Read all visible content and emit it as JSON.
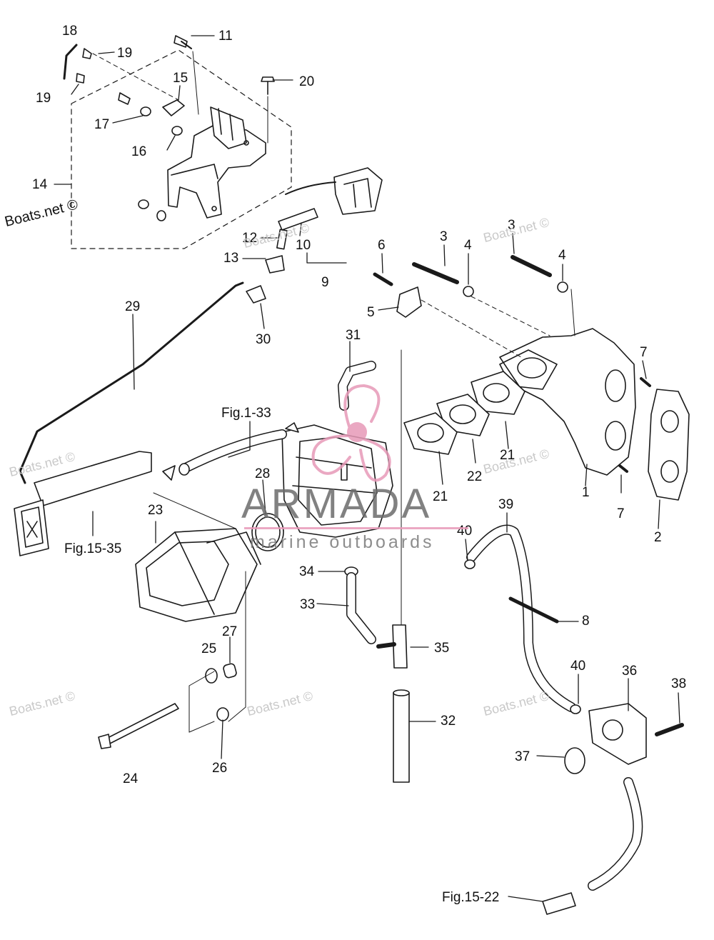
{
  "callouts": [
    {
      "id": "c18",
      "text": "18"
    },
    {
      "id": "c19a",
      "text": "19"
    },
    {
      "id": "c19b",
      "text": "19"
    },
    {
      "id": "c11",
      "text": "11"
    },
    {
      "id": "c20",
      "text": "20"
    },
    {
      "id": "c15",
      "text": "15"
    },
    {
      "id": "c17",
      "text": "17"
    },
    {
      "id": "c16",
      "text": "16"
    },
    {
      "id": "c14",
      "text": "14"
    },
    {
      "id": "c12",
      "text": "12"
    },
    {
      "id": "c10",
      "text": "10"
    },
    {
      "id": "c13",
      "text": "13"
    },
    {
      "id": "c9",
      "text": "9"
    },
    {
      "id": "c6",
      "text": "6"
    },
    {
      "id": "c3a",
      "text": "3"
    },
    {
      "id": "c4a",
      "text": "4"
    },
    {
      "id": "c3b",
      "text": "3"
    },
    {
      "id": "c4b",
      "text": "4"
    },
    {
      "id": "c5",
      "text": "5"
    },
    {
      "id": "c29",
      "text": "29"
    },
    {
      "id": "c30",
      "text": "30"
    },
    {
      "id": "c31",
      "text": "31"
    },
    {
      "id": "c7a",
      "text": "7"
    },
    {
      "id": "cfig133",
      "text": "Fig.1-33"
    },
    {
      "id": "c28",
      "text": "28"
    },
    {
      "id": "c21a",
      "text": "21"
    },
    {
      "id": "c22",
      "text": "22"
    },
    {
      "id": "c21b",
      "text": "21"
    },
    {
      "id": "c1",
      "text": "1"
    },
    {
      "id": "c7b",
      "text": "7"
    },
    {
      "id": "c2",
      "text": "2"
    },
    {
      "id": "c23",
      "text": "23"
    },
    {
      "id": "cfig1535",
      "text": "Fig.15-35"
    },
    {
      "id": "c39",
      "text": "39"
    },
    {
      "id": "c40a",
      "text": "40"
    },
    {
      "id": "c34",
      "text": "34"
    },
    {
      "id": "c33",
      "text": "33"
    },
    {
      "id": "c8",
      "text": "8"
    },
    {
      "id": "c27",
      "text": "27"
    },
    {
      "id": "c25",
      "text": "25"
    },
    {
      "id": "c35",
      "text": "35"
    },
    {
      "id": "c40b",
      "text": "40"
    },
    {
      "id": "c36",
      "text": "36"
    },
    {
      "id": "c38",
      "text": "38"
    },
    {
      "id": "c32",
      "text": "32"
    },
    {
      "id": "c37",
      "text": "37"
    },
    {
      "id": "c24",
      "text": "24"
    },
    {
      "id": "c26",
      "text": "26"
    },
    {
      "id": "cfig1522",
      "text": "Fig.15-22"
    }
  ],
  "watermarks": {
    "boats": "Boats.net ©",
    "brand_title": "ARMADA",
    "brand_subtitle": "marine outboards"
  },
  "colors": {
    "line": "#1a1a1a",
    "watermark": "#c9c9c9",
    "brand_pink": "#e79ab8",
    "brand_gray": "#6c6c6c"
  }
}
